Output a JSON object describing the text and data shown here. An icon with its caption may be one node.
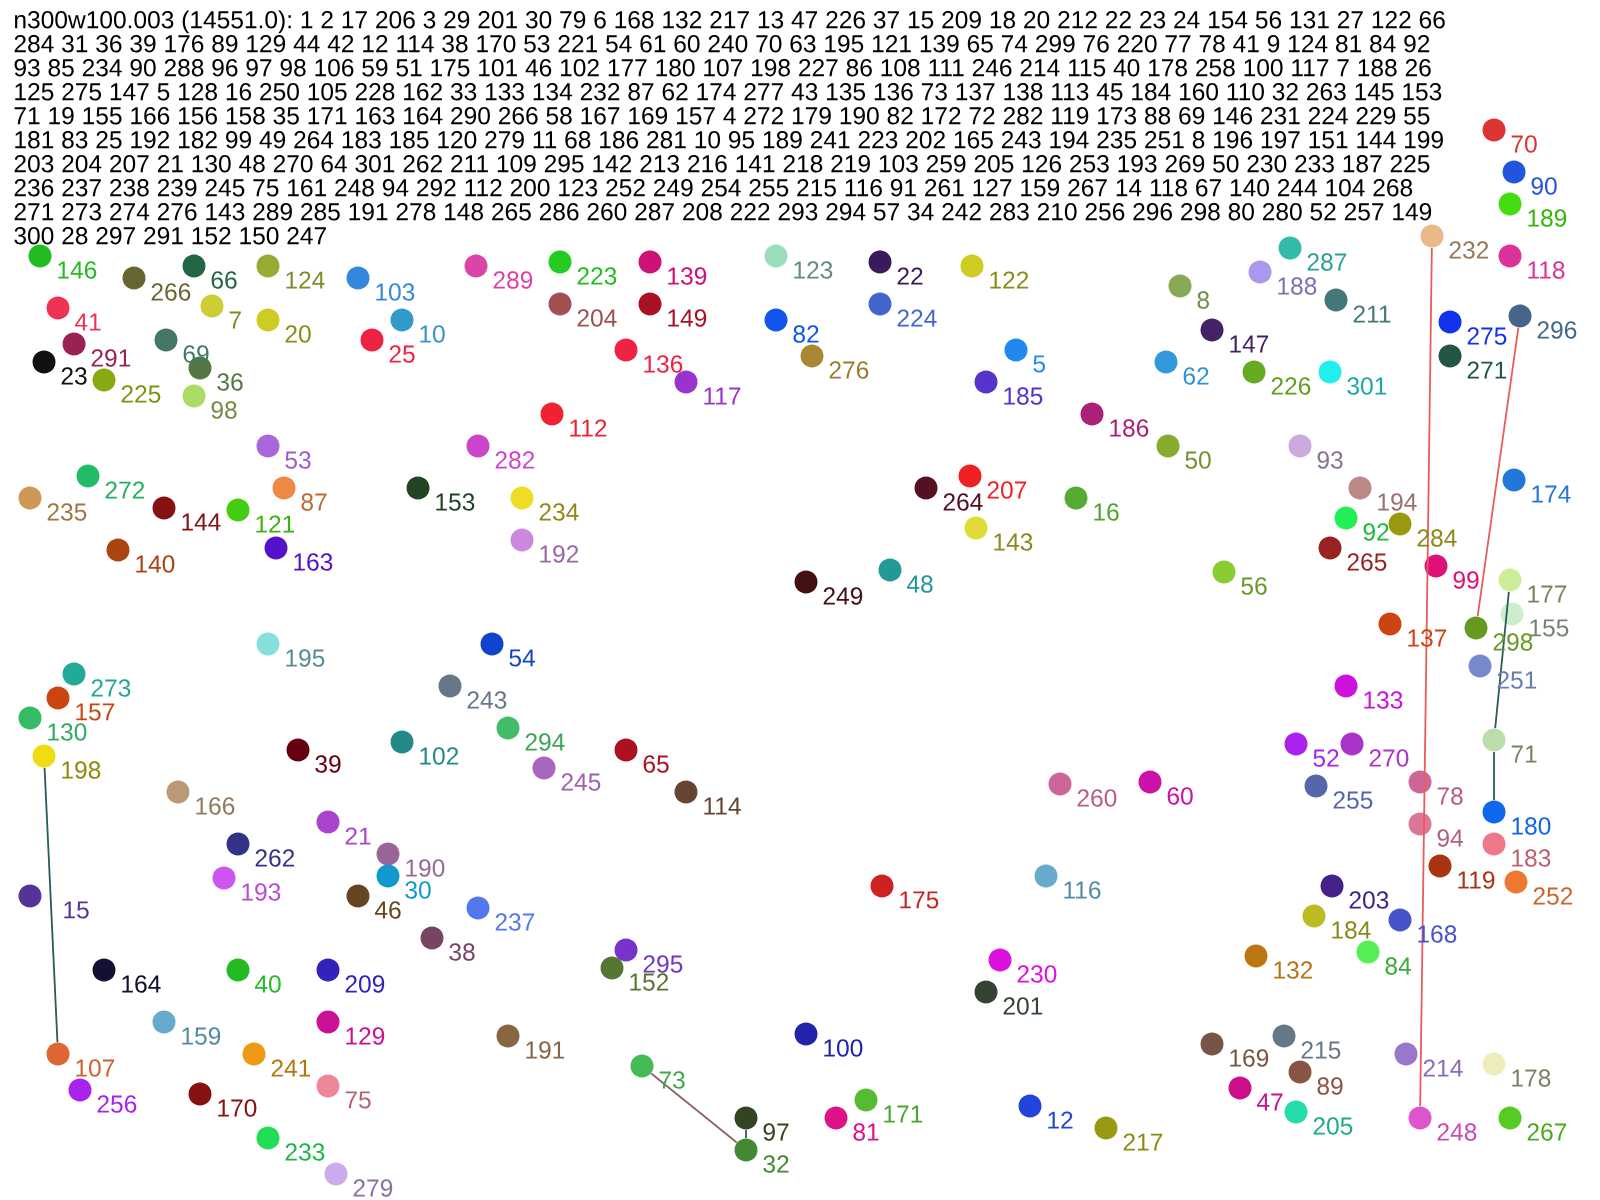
{
  "diagram": {
    "title": "n300w100.003 (14551.0): 1 2 17 206 3 29 201 30 79 6 168 132 217 13 47 226 37 15 209 18 20 212 22 23 24 154 56 131 27 122 66 284 31 36 39 176 89 129 44 42 12 114 38 170 53 221 54 61 60 240 70 63 195 121 139 65 74 299 76 220 77 78 41 9 124 81 84 92 93 85 234 90 288 96 97 98 106 59 51 175 101 46 102 177 180 107 198 227 86 108 111 246 214 115 40 178 258 100 117 7 188 26 125 275 147 5 128 16 250 105 228 162 33 133 134 232 87 62 174 277 43 135 136 73 137 138 113 45 184 160 110 32 263 145 153 71 19 155 166 156 158 35 171 163 164 290 266 58 167 169 157 4 272 179 190 82 172 72 282 119 173 88 69 146 231 224 229 55 181 83 25 192 182 99 49 264 183 185 120 279 11 68 186 281 10 95 189 241 223 202 165 243 194 235 251 8 196 197 151 144 199 203 204 207 21 130 48 270 64 301 262 211 109 295 142 213 216 141 218 219 103 259 205 126 253 193 269 50 230 233 187 225 236 237 238 239 245 75 161 248 94 292 112 200 123 252 249 254 255 215 116 91 261 127 159 267 14 118 67 140 244 104 268 271 273 274 276 143 289 285 191 278 148 265 286 260 287 208 222 293 294 57 34 242 283 210 256 296 298 80 280 52 257 149 300 28 297 291 152 150 247",
    "nodes": [
      {
        "text": [],
        "shape": "circle",
        "beside": [
          "146"
        ]
      },
      {
        "text": [],
        "shape": "circle",
        "beside": [
          "224"
        ]
      },
      {
        "text": [],
        "shape": "circle",
        "beside": [
          "70"
        ]
      },
      {
        "text": [],
        "shape": "circle",
        "beside": [
          "204"
        ]
      },
      {
        "text": [],
        "shape": "circle",
        "beside": [
          "149"
        ]
      },
      {
        "text": [],
        "shape": "circle",
        "beside": [
          "90"
        ]
      },
      {
        "text": [],
        "shape": "circle",
        "beside": [
          "22"
        ]
      },
      {
        "text": [],
        "shape": "circle",
        "beside": [
          "189"
        ]
      },
      {
        "text": [],
        "shape": "circle",
        "beside": [
          "232"
        ]
      },
      {
        "text": [],
        "shape": "circle",
        "beside": [
          "223"
        ]
      },
      {
        "text": [],
        "shape": "circle",
        "beside": [
          "139"
        ]
      },
      {
        "text": [],
        "shape": "circle",
        "beside": [
          "66"
        ]
      },
      {
        "text": [],
        "shape": "circle",
        "beside": [
          "124"
        ]
      },
      {
        "text": [],
        "shape": "circle",
        "beside": [
          "289"
        ]
      },
      {
        "text": [],
        "shape": "circle",
        "beside": [
          "122"
        ]
      },
      {
        "text": [],
        "shape": "circle",
        "beside": [
          "123"
        ]
      },
      {
        "text": [],
        "shape": "circle",
        "beside": [
          "118"
        ]
      },
      {
        "text": [],
        "shape": "circle",
        "beside": [
          "287"
        ]
      },
      {
        "text": [],
        "shape": "circle",
        "beside": [
          "188"
        ]
      },
      {
        "text": [],
        "shape": "circle",
        "beside": [
          "266"
        ]
      },
      {
        "text": [],
        "shape": "circle",
        "beside": [
          "103"
        ]
      },
      {
        "text": [],
        "shape": "circle",
        "beside": [
          "8"
        ]
      },
      {
        "text": [],
        "shape": "circle",
        "beside": [
          "211"
        ]
      },
      {
        "text": [],
        "shape": "circle",
        "beside": [
          "7"
        ]
      },
      {
        "text": [],
        "shape": "circle",
        "beside": [
          "41"
        ]
      },
      {
        "text": [],
        "shape": "circle",
        "beside": [
          "20"
        ]
      },
      {
        "text": [],
        "shape": "circle",
        "beside": [
          "10"
        ]
      },
      {
        "text": [],
        "shape": "circle",
        "beside": [
          "82"
        ]
      },
      {
        "text": [],
        "shape": "circle",
        "beside": [
          "275"
        ]
      },
      {
        "text": [],
        "shape": "circle",
        "beside": [
          "296"
        ]
      },
      {
        "text": [],
        "shape": "circle",
        "beside": [
          "147"
        ]
      },
      {
        "text": [],
        "shape": "circle",
        "beside": [
          "69"
        ]
      },
      {
        "text": [],
        "shape": "circle",
        "beside": [
          "25"
        ]
      },
      {
        "text": [],
        "shape": "circle",
        "beside": [
          "276"
        ]
      },
      {
        "text": [],
        "shape": "circle",
        "beside": [
          "291"
        ]
      },
      {
        "text": [],
        "shape": "circle",
        "beside": [
          "225"
        ]
      },
      {
        "text": [],
        "shape": "circle",
        "beside": [
          "136"
        ]
      },
      {
        "text": [],
        "shape": "circle",
        "beside": [
          "5"
        ]
      },
      {
        "text": [],
        "shape": "circle",
        "beside": [
          "271"
        ]
      },
      {
        "text": [],
        "shape": "circle",
        "beside": [
          "36"
        ]
      },
      {
        "text": [],
        "shape": "circle",
        "beside": [
          "23"
        ]
      },
      {
        "text": [],
        "shape": "circle",
        "beside": [
          "62"
        ]
      },
      {
        "text": [],
        "shape": "circle",
        "beside": [
          "226"
        ]
      },
      {
        "text": [],
        "shape": "circle",
        "beside": [
          "301"
        ]
      },
      {
        "text": [],
        "shape": "circle",
        "beside": [
          "98"
        ]
      },
      {
        "text": [],
        "shape": "circle",
        "beside": [
          "117"
        ]
      },
      {
        "text": [],
        "shape": "circle",
        "beside": [
          "185"
        ]
      },
      {
        "text": [],
        "shape": "circle",
        "beside": [
          "112"
        ]
      },
      {
        "text": [],
        "shape": "circle",
        "beside": [
          "186"
        ]
      },
      {
        "text": [],
        "shape": "circle",
        "beside": [
          "282"
        ]
      },
      {
        "text": [],
        "shape": "circle",
        "beside": [
          "53"
        ]
      },
      {
        "text": [],
        "shape": "circle",
        "beside": [
          "50"
        ]
      },
      {
        "text": [],
        "shape": "circle",
        "beside": [
          "93"
        ]
      },
      {
        "text": [],
        "shape": "circle",
        "beside": [
          "272"
        ]
      },
      {
        "text": [],
        "shape": "circle",
        "beside": [
          "207"
        ]
      },
      {
        "text": [],
        "shape": "circle",
        "beside": [
          "174"
        ]
      },
      {
        "text": [],
        "shape": "circle",
        "beside": [
          "87"
        ]
      },
      {
        "text": [],
        "shape": "circle",
        "beside": [
          "153"
        ]
      },
      {
        "text": [],
        "shape": "circle",
        "beside": [
          "264"
        ]
      },
      {
        "text": [],
        "shape": "circle",
        "beside": [
          "194"
        ]
      },
      {
        "text": [],
        "shape": "circle",
        "beside": [
          "235"
        ]
      },
      {
        "text": [],
        "shape": "circle",
        "beside": [
          "234"
        ]
      },
      {
        "text": [],
        "shape": "circle",
        "beside": [
          "16"
        ]
      },
      {
        "text": [],
        "shape": "circle",
        "beside": [
          "144"
        ]
      },
      {
        "text": [],
        "shape": "circle",
        "beside": [
          "121"
        ]
      },
      {
        "text": [],
        "shape": "circle",
        "beside": [
          "163"
        ]
      },
      {
        "text": [],
        "shape": "circle",
        "beside": [
          "143"
        ]
      },
      {
        "text": [],
        "shape": "circle",
        "beside": [
          "92"
        ]
      },
      {
        "text": [],
        "shape": "circle",
        "beside": [
          "284"
        ]
      },
      {
        "text": [],
        "shape": "circle",
        "beside": [
          "192"
        ]
      },
      {
        "text": [],
        "shape": "circle",
        "beside": [
          "265"
        ]
      },
      {
        "text": [],
        "shape": "circle",
        "beside": [
          "140"
        ]
      },
      {
        "text": [],
        "shape": "circle",
        "beside": [
          "99"
        ]
      },
      {
        "text": [],
        "shape": "circle",
        "beside": [
          "56"
        ]
      },
      {
        "text": [],
        "shape": "circle",
        "beside": [
          "48"
        ]
      },
      {
        "text": [],
        "shape": "circle",
        "beside": [
          "177"
        ]
      },
      {
        "text": [],
        "shape": "circle",
        "beside": [
          "249"
        ]
      },
      {
        "text": [],
        "shape": "circle",
        "beside": [
          "155"
        ]
      },
      {
        "text": [],
        "shape": "circle",
        "beside": [
          "137"
        ]
      },
      {
        "text": [],
        "shape": "circle",
        "beside": [
          "298"
        ]
      },
      {
        "text": [],
        "shape": "circle",
        "beside": [
          "195"
        ]
      },
      {
        "text": [],
        "shape": "circle",
        "beside": [
          "54"
        ]
      },
      {
        "text": [],
        "shape": "circle",
        "beside": [
          "251"
        ]
      },
      {
        "text": [],
        "shape": "circle",
        "beside": [
          "273"
        ]
      },
      {
        "text": [],
        "shape": "circle",
        "beside": [
          "243"
        ]
      },
      {
        "text": [],
        "shape": "circle",
        "beside": [
          "133"
        ]
      },
      {
        "text": [],
        "shape": "circle",
        "beside": [
          "157"
        ]
      },
      {
        "text": [],
        "shape": "circle",
        "beside": [
          "130"
        ]
      },
      {
        "text": [],
        "shape": "circle",
        "beside": [
          "294"
        ]
      },
      {
        "text": [],
        "shape": "circle",
        "beside": [
          "71"
        ]
      },
      {
        "text": [],
        "shape": "circle",
        "beside": [
          "198"
        ]
      },
      {
        "text": [],
        "shape": "circle",
        "beside": [
          "102"
        ]
      },
      {
        "text": [],
        "shape": "circle",
        "beside": [
          "39"
        ]
      },
      {
        "text": [],
        "shape": "circle",
        "beside": [
          "245"
        ]
      },
      {
        "text": [],
        "shape": "circle",
        "beside": [
          "65"
        ]
      },
      {
        "text": [],
        "shape": "circle",
        "beside": [
          "52"
        ]
      },
      {
        "text": [],
        "shape": "circle",
        "beside": [
          "270"
        ]
      },
      {
        "text": [],
        "shape": "circle",
        "beside": [
          "255"
        ]
      },
      {
        "text": [],
        "shape": "circle",
        "beside": [
          "60"
        ]
      },
      {
        "text": [],
        "shape": "circle",
        "beside": [
          "260"
        ]
      },
      {
        "text": [],
        "shape": "circle",
        "beside": [
          "78"
        ]
      },
      {
        "text": [],
        "shape": "circle",
        "beside": [
          "166"
        ]
      },
      {
        "text": [],
        "shape": "circle",
        "beside": [
          "114"
        ]
      },
      {
        "text": [],
        "shape": "circle",
        "beside": [
          "180"
        ]
      },
      {
        "text": [],
        "shape": "circle",
        "beside": [
          "21"
        ]
      },
      {
        "text": [],
        "shape": "circle",
        "beside": [
          "94"
        ]
      },
      {
        "text": [],
        "shape": "circle",
        "beside": [
          "262"
        ]
      },
      {
        "text": [],
        "shape": "circle",
        "beside": [
          "183"
        ]
      },
      {
        "text": [],
        "shape": "circle",
        "beside": [
          "190"
        ]
      },
      {
        "text": [],
        "shape": "circle",
        "beside": [
          "119"
        ]
      },
      {
        "text": [],
        "shape": "circle",
        "beside": [
          "30"
        ]
      },
      {
        "text": [],
        "shape": "circle",
        "beside": [
          "116"
        ]
      },
      {
        "text": [],
        "shape": "circle",
        "beside": [
          "252"
        ]
      },
      {
        "text": [],
        "shape": "circle",
        "beside": [
          "193"
        ]
      },
      {
        "text": [],
        "shape": "circle",
        "beside": [
          "175"
        ]
      },
      {
        "text": [],
        "shape": "circle",
        "beside": [
          "203"
        ]
      },
      {
        "text": [],
        "shape": "circle",
        "beside": [
          "15"
        ]
      },
      {
        "text": [],
        "shape": "circle",
        "beside": [
          "46"
        ]
      },
      {
        "text": [],
        "shape": "circle",
        "beside": [
          "237"
        ]
      },
      {
        "text": [],
        "shape": "circle",
        "beside": [
          "168"
        ]
      },
      {
        "text": [],
        "shape": "circle",
        "beside": [
          "184"
        ]
      },
      {
        "text": [],
        "shape": "circle",
        "beside": [
          "84"
        ]
      },
      {
        "text": [],
        "shape": "circle",
        "beside": [
          "38"
        ]
      },
      {
        "text": [],
        "shape": "circle",
        "beside": [
          "295"
        ]
      },
      {
        "text": [],
        "shape": "circle",
        "beside": [
          "132"
        ]
      },
      {
        "text": [],
        "shape": "circle",
        "beside": [
          "230"
        ]
      },
      {
        "text": [],
        "shape": "circle",
        "beside": [
          "152"
        ]
      },
      {
        "text": [],
        "shape": "circle",
        "beside": [
          "164"
        ]
      },
      {
        "text": [],
        "shape": "circle",
        "beside": [
          "40"
        ]
      },
      {
        "text": [],
        "shape": "circle",
        "beside": [
          "209"
        ]
      },
      {
        "text": [],
        "shape": "circle",
        "beside": [
          "201"
        ]
      },
      {
        "text": [],
        "shape": "circle",
        "beside": [
          "129"
        ]
      },
      {
        "text": [],
        "shape": "circle",
        "beside": [
          "159"
        ]
      },
      {
        "text": [],
        "shape": "circle",
        "beside": [
          "100"
        ]
      },
      {
        "text": [],
        "shape": "circle",
        "beside": [
          "191"
        ]
      },
      {
        "text": [],
        "shape": "circle",
        "beside": [
          "215"
        ]
      },
      {
        "text": [],
        "shape": "circle",
        "beside": [
          "169"
        ]
      },
      {
        "text": [],
        "shape": "circle",
        "beside": [
          "107"
        ]
      },
      {
        "text": [],
        "shape": "circle",
        "beside": [
          "241"
        ]
      },
      {
        "text": [],
        "shape": "circle",
        "beside": [
          "214"
        ]
      },
      {
        "text": [],
        "shape": "circle",
        "beside": [
          "178"
        ]
      },
      {
        "text": [],
        "shape": "circle",
        "beside": [
          "256"
        ]
      },
      {
        "text": [],
        "shape": "circle",
        "beside": [
          "73"
        ]
      },
      {
        "text": [],
        "shape": "circle",
        "beside": [
          "89"
        ]
      },
      {
        "text": [],
        "shape": "circle",
        "beside": [
          "47"
        ]
      },
      {
        "text": [],
        "shape": "circle",
        "beside": [
          "75"
        ]
      },
      {
        "text": [],
        "shape": "circle",
        "beside": [
          "205"
        ]
      },
      {
        "text": [],
        "shape": "circle",
        "beside": [
          "170"
        ]
      },
      {
        "text": [],
        "shape": "circle",
        "beside": [
          "171"
        ]
      },
      {
        "text": [],
        "shape": "circle",
        "beside": [
          "12"
        ]
      },
      {
        "text": [],
        "shape": "circle",
        "beside": [
          "81"
        ]
      },
      {
        "text": [],
        "shape": "circle",
        "beside": [
          "97"
        ]
      },
      {
        "text": [],
        "shape": "circle",
        "beside": [
          "248"
        ]
      },
      {
        "text": [],
        "shape": "circle",
        "beside": [
          "267"
        ]
      },
      {
        "text": [],
        "shape": "circle",
        "beside": [
          "217"
        ]
      },
      {
        "text": [],
        "shape": "circle",
        "beside": [
          "233"
        ]
      },
      {
        "text": [],
        "shape": "circle",
        "beside": [
          "279"
        ]
      },
      {
        "text": [],
        "shape": "circle",
        "beside": [
          "32"
        ]
      }
    ],
    "edges": [
      {
        "from": 90,
        "to": 137,
        "arrow": "none"
      },
      {
        "from": 75,
        "to": 89,
        "arrow": "none"
      },
      {
        "from": 89,
        "to": 103,
        "arrow": "none"
      },
      {
        "from": 8,
        "to": 152,
        "arrow": "none",
        "color": "#e85c5c"
      },
      {
        "from": 29,
        "to": 79,
        "arrow": "none",
        "color": "#e85c5c"
      },
      {
        "from": 151,
        "to": 157,
        "arrow": "none"
      },
      {
        "from": 142,
        "to": 157,
        "arrow": "none",
        "color": "#8c6464"
      }
    ]
  }
}
